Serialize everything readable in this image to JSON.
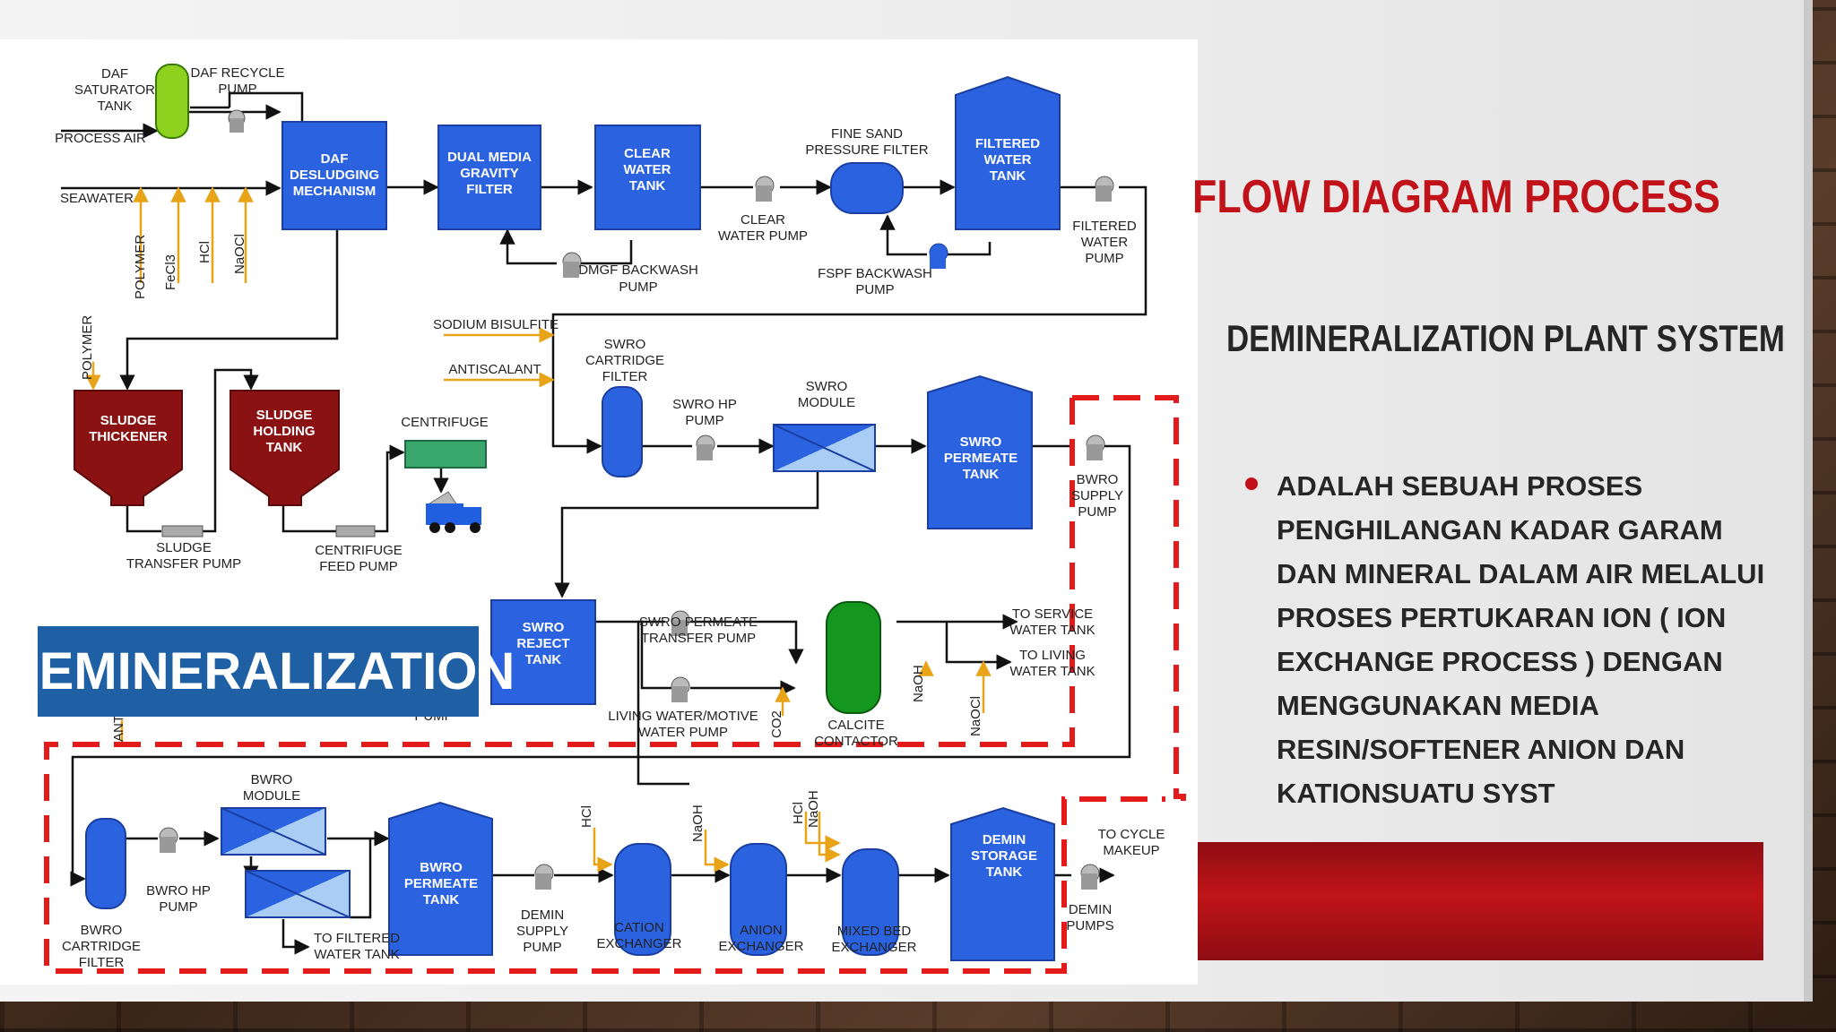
{
  "slide": {
    "title": "FLOW DIAGRAM PROCESS",
    "subtitle": "DEMINERALIZATION PLANT SYSTEM",
    "bullet_lines": [
      "ADALAH SEBUAH PROSES",
      "PENGHILANGAN KADAR GARAM",
      "DAN MINERAL DALAM AIR MELALUI",
      "PROSES PERTUKARAN ION ( ION",
      "EXCHANGE PROCESS ) DENGAN",
      "MENGGUNAKAN MEDIA",
      "RESIN/SOFTENER ANION DAN",
      "KATIONSUATU SYST"
    ],
    "colors": {
      "title_red": "#c1121a",
      "banner_blue": "#1f5fa4",
      "unit_blue": "#2b62e0",
      "sludge_red": "#8b1213"
    }
  },
  "diagram": {
    "banner": "DEMINERALIZATION",
    "daf_saturator": [
      "DAF",
      "SATURATOR",
      "TANK"
    ],
    "daf_recycle_pump": [
      "DAF RECYCLE",
      "PUMP"
    ],
    "process_air": "PROCESS AIR",
    "seawater": "SEAWATER",
    "chemicals_1": [
      "POLYMER",
      "FeCl3",
      "HCl",
      "NaOCl"
    ],
    "polymer_2": "POLYMER",
    "daf_mechanism": [
      "DAF",
      "DESLUDGING",
      "MECHANISM"
    ],
    "dual_media": [
      "DUAL MEDIA",
      "GRAVITY",
      "FILTER"
    ],
    "clear_water_tank": [
      "CLEAR",
      "WATER",
      "TANK"
    ],
    "dmgf_backwash": [
      "DMGF BACKWASH",
      "PUMP"
    ],
    "clear_water_pump": [
      "CLEAR",
      "WATER PUMP"
    ],
    "fine_sand": [
      "FINE SAND",
      "PRESSURE FILTER"
    ],
    "fspf_backwash": [
      "FSPF BACKWASH",
      "PUMP"
    ],
    "filtered_water_tank": [
      "FILTERED",
      "WATER",
      "TANK"
    ],
    "filtered_water_pump": [
      "FILTERED",
      "WATER",
      "PUMP"
    ],
    "sodium_bisulfite": "SODIUM BISULFITE",
    "antiscalant": "ANTISCALANT",
    "swro_cartridge": [
      "SWRO",
      "CARTRIDGE",
      "FILTER"
    ],
    "swro_hp_pump": [
      "SWRO HP",
      "PUMP"
    ],
    "swro_module": [
      "SWRO",
      "MODULE"
    ],
    "swro_permeate_tank": [
      "SWRO",
      "PERMEATE",
      "TANK"
    ],
    "bwro_supply_pump": [
      "BWRO",
      "SUPPLY",
      "PUMP"
    ],
    "sludge_thickener": [
      "SLUDGE",
      "THICKENER"
    ],
    "sludge_holding": [
      "SLUDGE",
      "HOLDING",
      "TANK"
    ],
    "centrifuge": "CENTRIFUGE",
    "sludge_transfer_pump": [
      "SLUDGE",
      "TRANSFER PUMP"
    ],
    "centrifuge_feed_pump": [
      "CENTRIFUGE",
      "FEED PUMP"
    ],
    "swro_reject_tank": [
      "SWRO",
      "REJECT",
      "TANK"
    ],
    "swro_permeate_transfer": [
      "SWRO PERMEATE",
      "TRANSFER PUMP"
    ],
    "living_water_pump": [
      "LIVING WATER/MOTIVE",
      "WATER PUMP"
    ],
    "co2": "CO2",
    "calcite": [
      "CALCITE",
      "CONTACTOR"
    ],
    "naoh_1": "NaOH",
    "naocl_2": "NaOCl",
    "to_service": [
      "TO SERVICE",
      "WATER TANK"
    ],
    "to_living": [
      "TO LIVING",
      "WATER TANK"
    ],
    "pump_fragment": "PUMP",
    "ant_fragment": "ANT",
    "bwro_cartridge": [
      "BWRO",
      "CARTRIDGE",
      "FILTER"
    ],
    "bwro_hp_pump": [
      "BWRO HP",
      "PUMP"
    ],
    "bwro_module": [
      "BWRO",
      "MODULE"
    ],
    "to_filtered_water_tank": [
      "TO FILTERED",
      "WATER TANK"
    ],
    "bwro_permeate_tank": [
      "BWRO",
      "PERMEATE",
      "TANK"
    ],
    "demin_supply_pump": [
      "DEMIN",
      "SUPPLY",
      "PUMP"
    ],
    "hcl_2": "HCl",
    "cation_exchanger": [
      "CATION",
      "EXCHANGER"
    ],
    "naoh_2": "NaOH",
    "anion_exchanger": [
      "ANION",
      "EXCHANGER"
    ],
    "hcl_3": "HCl",
    "naoh_3": "NaOH",
    "mixed_bed": [
      "MIXED BED",
      "EXCHANGER"
    ],
    "demin_storage": [
      "DEMIN",
      "STORAGE",
      "TANK"
    ],
    "to_cycle_makeup": [
      "TO CYCLE",
      "MAKEUP"
    ],
    "demin_pumps": [
      "DEMIN",
      "PUMPS"
    ]
  }
}
